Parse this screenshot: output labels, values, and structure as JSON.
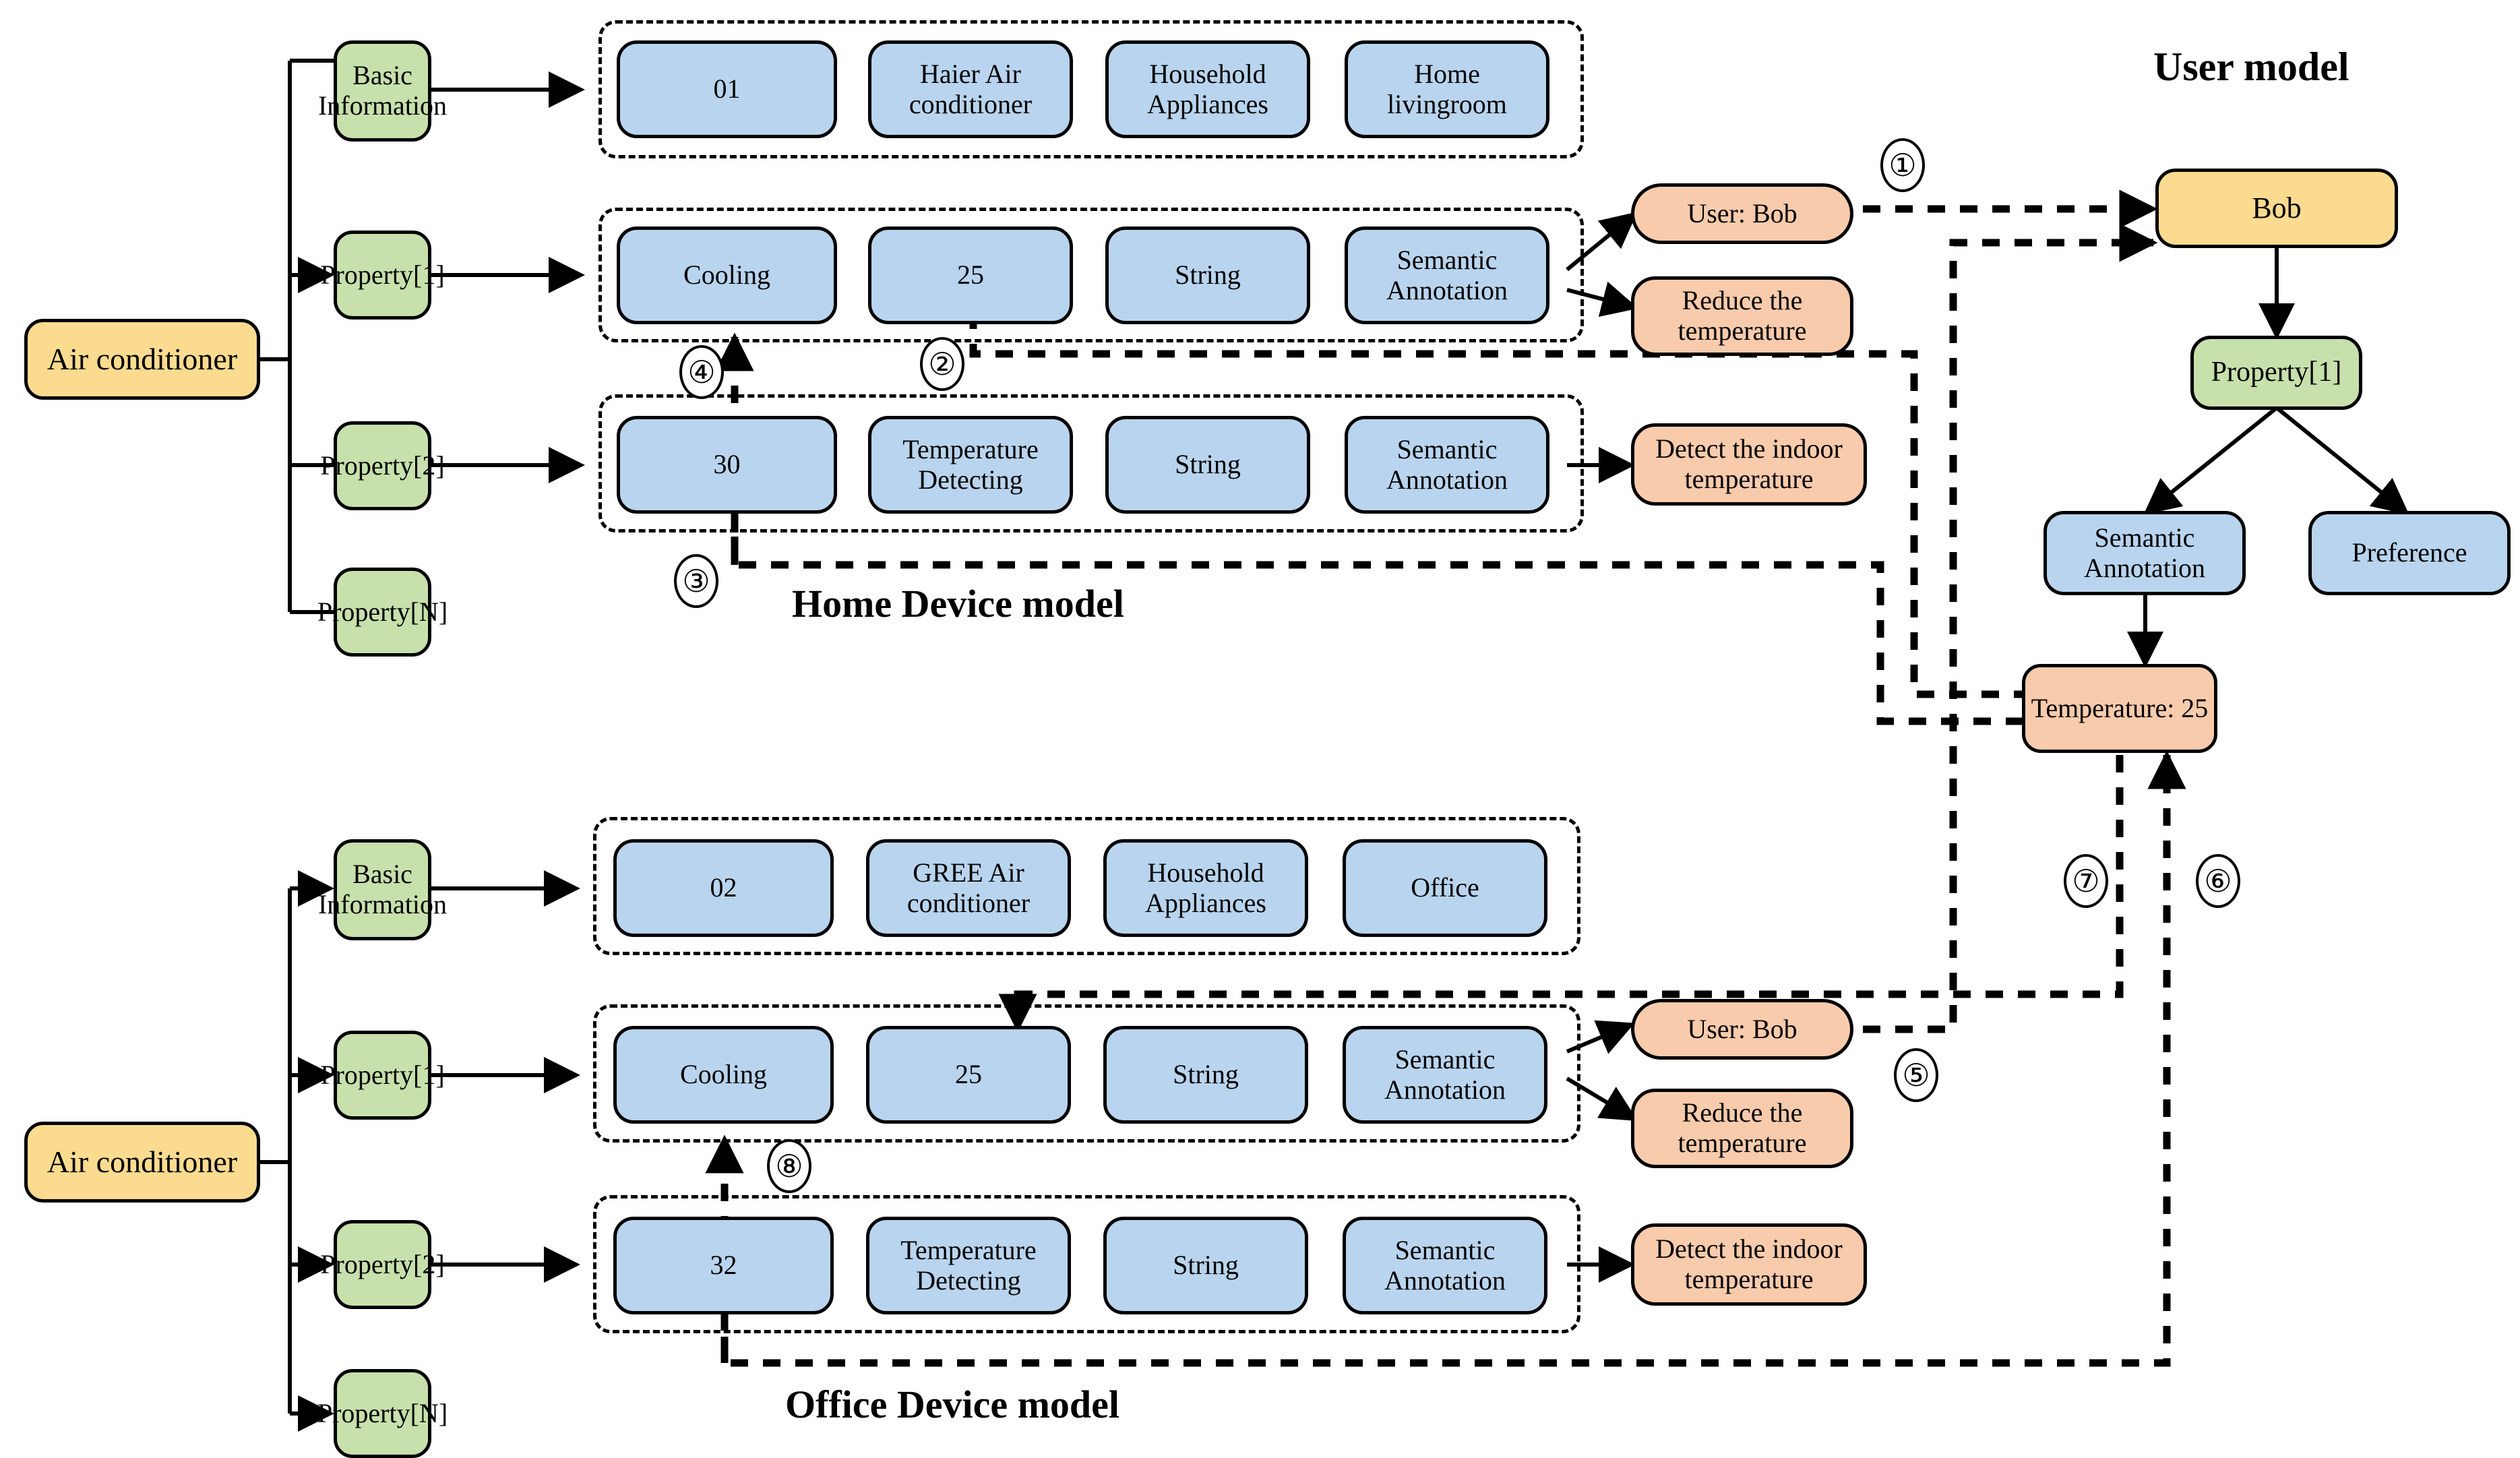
{
  "titles": {
    "user_model": "User model",
    "home_device_model": "Home Device model",
    "office_device_model": "Office Device model"
  },
  "home": {
    "root": "Air conditioner",
    "branches": [
      "Basic Information",
      "Property[1]",
      "Property[2]",
      "Property[N]"
    ],
    "basic_info": [
      "01",
      "Haier Air conditioner",
      "Household Appliances",
      "Home livingroom"
    ],
    "property1": [
      "Cooling",
      "25",
      "String",
      "Semantic Annotation"
    ],
    "property2": [
      "30",
      "Temperature Detecting",
      "String",
      "Semantic Annotation"
    ],
    "annotations_p1": [
      "User: Bob",
      "Reduce the temperature"
    ],
    "annotations_p2": [
      "Detect the indoor temperature"
    ]
  },
  "office": {
    "root": "Air conditioner",
    "branches": [
      "Basic Information",
      "Property[1]",
      "Property[2]",
      "Property[N]"
    ],
    "basic_info": [
      "02",
      "GREE Air conditioner",
      "Household Appliances",
      "Office"
    ],
    "property1": [
      "Cooling",
      "25",
      "String",
      "Semantic Annotation"
    ],
    "property2": [
      "32",
      "Temperature Detecting",
      "String",
      "Semantic Annotation"
    ],
    "annotations_p1": [
      "User: Bob",
      "Reduce the temperature"
    ],
    "annotations_p2": [
      "Detect the indoor temperature"
    ]
  },
  "user_model": {
    "user": "Bob",
    "property": "Property[1]",
    "children": [
      "Semantic Annotation",
      "Preference"
    ],
    "value": "Temperature: 25"
  },
  "markers": [
    "①",
    "②",
    "③",
    "④",
    "⑤",
    "⑥",
    "⑦",
    "⑧"
  ],
  "colors": {
    "yellow": "#FBDB8F",
    "green": "#C7E0AC",
    "blue": "#B9D4EE",
    "orange": "#F8CBAC",
    "stroke": "#000000",
    "background": "#FFFFFF"
  }
}
